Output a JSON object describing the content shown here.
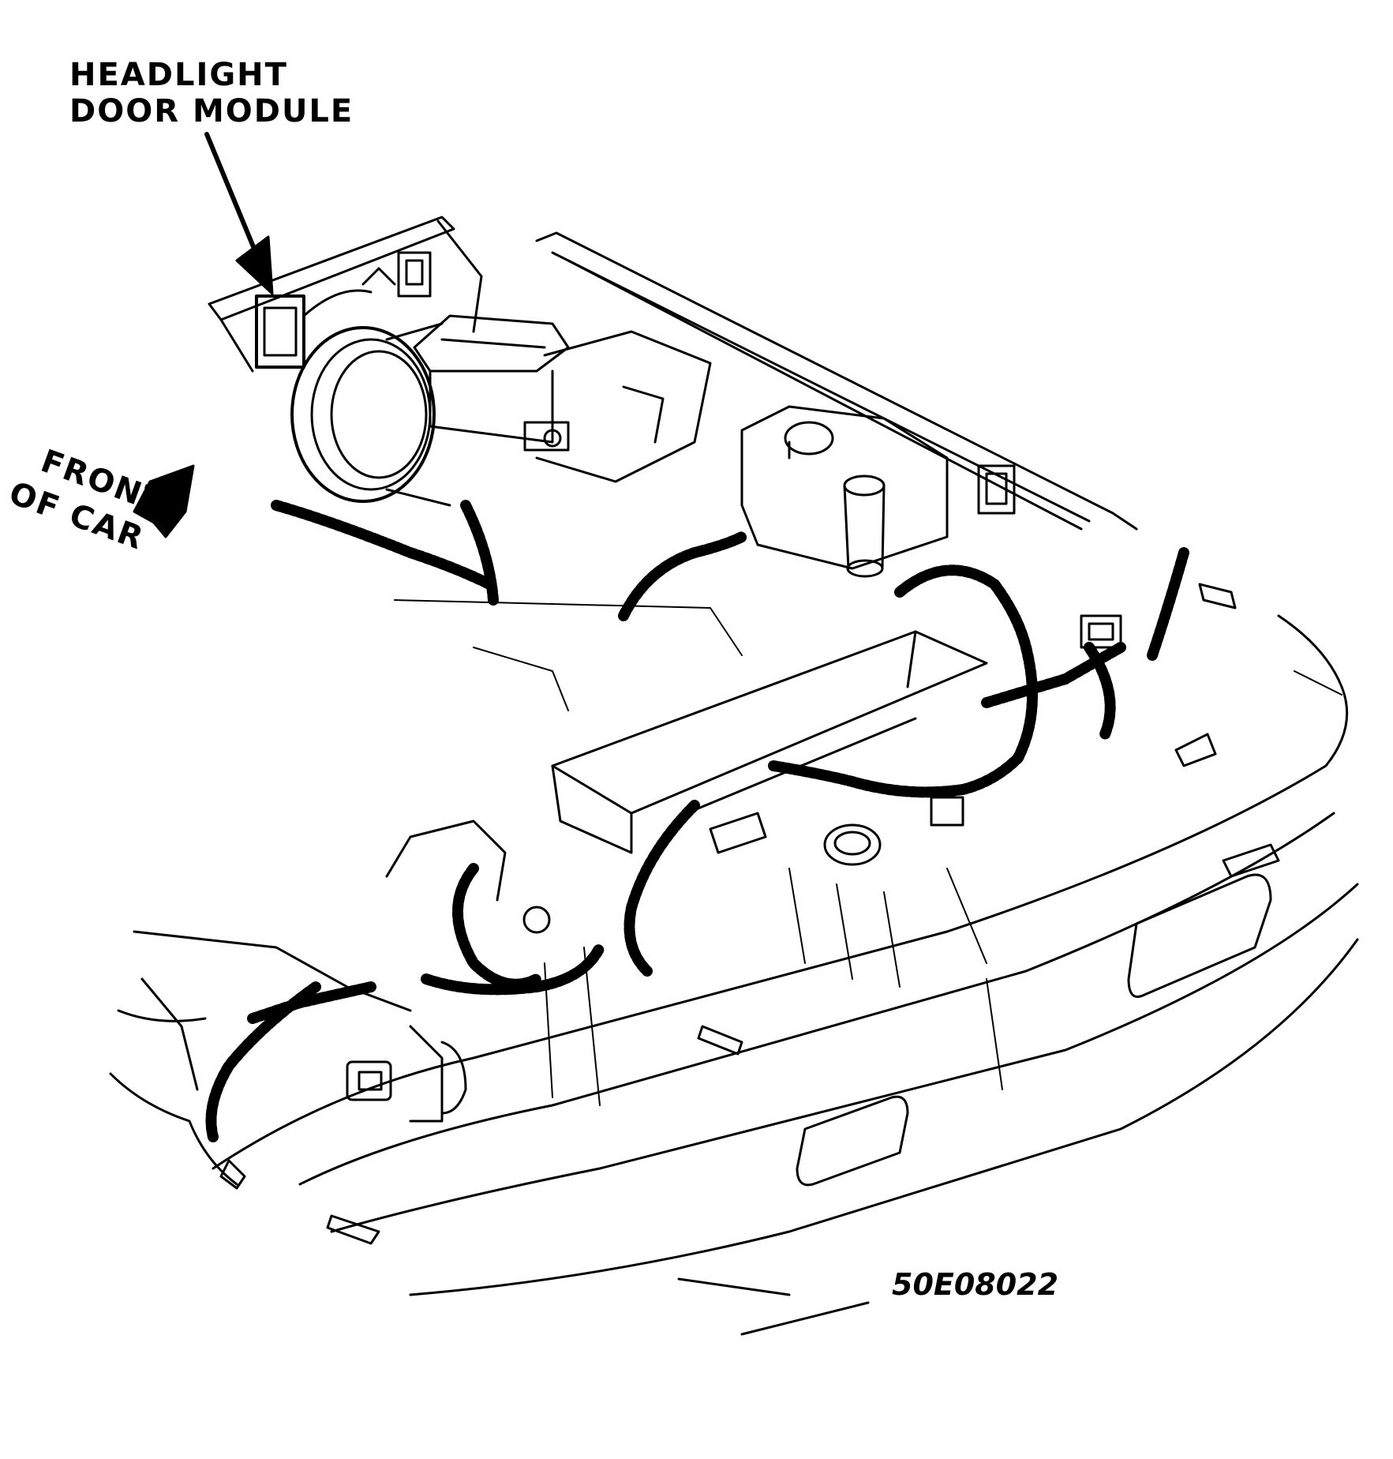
{
  "callouts": {
    "headlight_door_module": [
      "HEADLIGHT",
      "DOOR MODULE"
    ],
    "front_of_car": [
      "FRONT",
      "OF CAR"
    ]
  },
  "figure_code": "50E08022",
  "colors": {
    "ink": "#000000",
    "paper": "#ffffff"
  }
}
